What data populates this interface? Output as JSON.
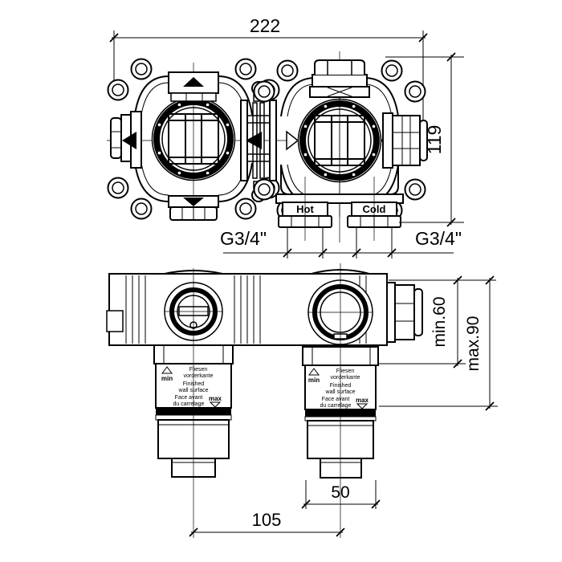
{
  "drawing_type": "concealed thermostatic valve rough-in body, dimensioned technical drawing",
  "colors": {
    "line": "#000000",
    "background": "#ffffff"
  },
  "top_view": {
    "dim_overall_width": "222",
    "dim_overall_height": "119",
    "thread_left": "G3/4\"",
    "thread_right": "G3/4\"",
    "port_hot": "Hot",
    "port_cold": "Cold"
  },
  "bottom_view": {
    "depth_min": "min.60",
    "depth_max": "max.90",
    "dim_port_width": "50",
    "dim_center_distance": "105",
    "gauge": {
      "min": "min",
      "max": "max",
      "de1": "Fliesen",
      "de2": "vorderkante",
      "en1": "Finished",
      "en2": "wall surface",
      "fr1": "Face avant",
      "fr2": "du carrelage"
    }
  },
  "icons": {
    "flow-arrow-up": "▲",
    "flow-arrow-down": "▼",
    "flow-arrow-left": "◀",
    "gauge-arrow-up": "△",
    "gauge-arrow-down": "▽"
  }
}
